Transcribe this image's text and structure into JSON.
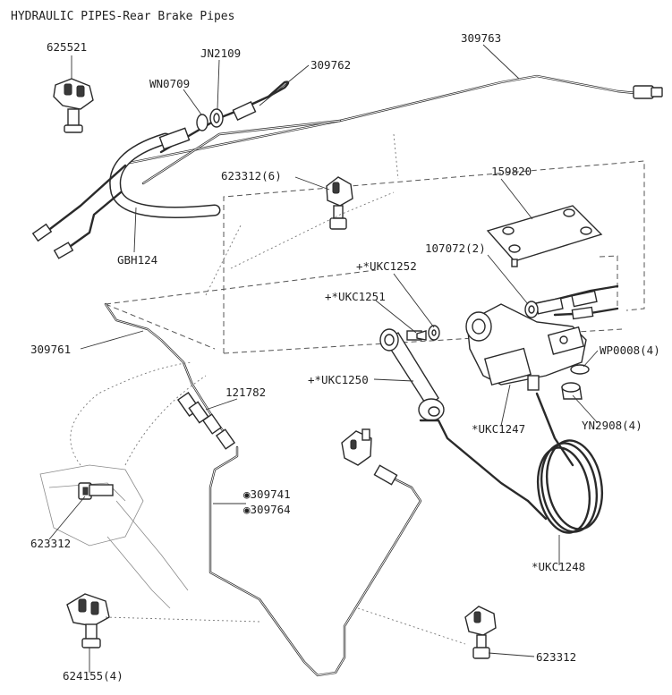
{
  "title": "HYDRAULIC PIPES-Rear Brake Pipes",
  "labels": {
    "p625521": "625521",
    "wn0709": "WN0709",
    "jn2109": "JN2109",
    "p309762": "309762",
    "p309763": "309763",
    "p623312_6": "623312(6)",
    "gbh124": "GBH124",
    "p159820": "159820",
    "p107072_2": "107072(2)",
    "ukc1252": "+*UKC1252",
    "ukc1251": "+*UKC1251",
    "p309761": "309761",
    "wp0008": "WP0008(4)",
    "ukc1250": "+*UKC1250",
    "p121782": "121782",
    "ukc1247": "*UKC1247",
    "yn2908": "YN2908(4)",
    "p309741": "◉309741",
    "p309764": "◉309764",
    "p623312_left": "623312",
    "ukc1248": "*UKC1248",
    "p624155": "624155(4)",
    "p623312_right": "623312"
  }
}
